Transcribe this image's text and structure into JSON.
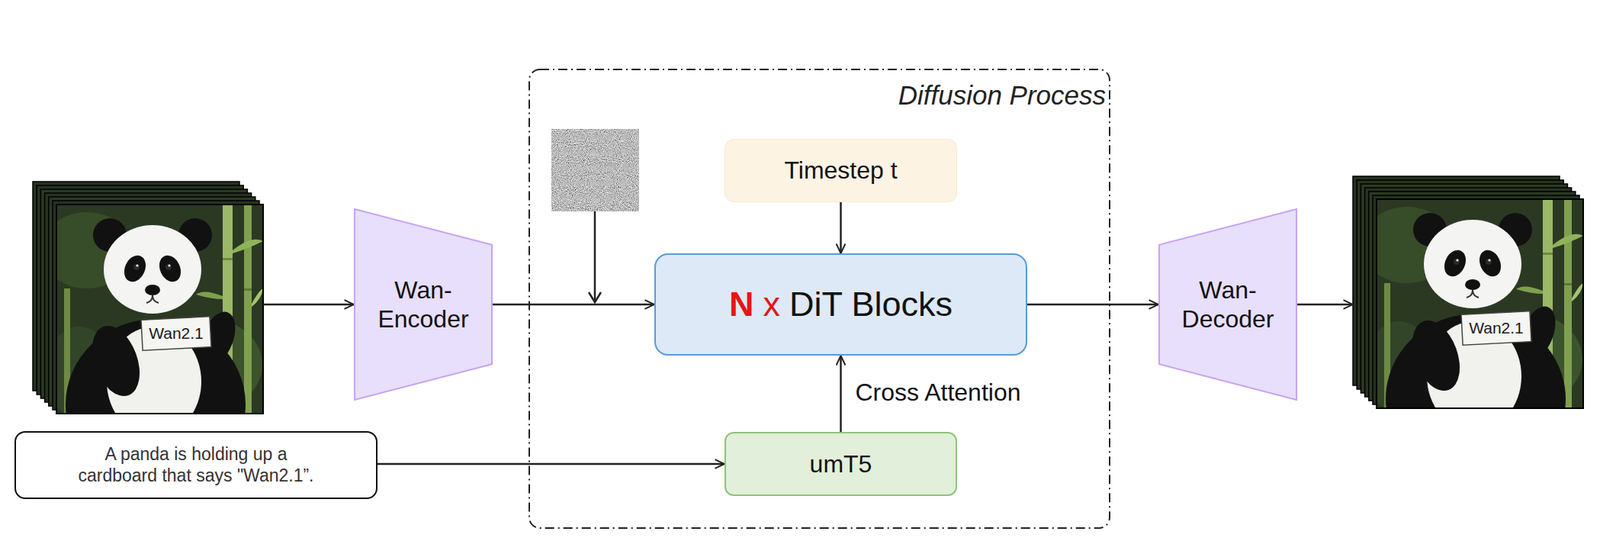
{
  "diagram": {
    "nodes": [
      {
        "text": [
          "Wan2.1"
        ]
      },
      {
        "text": [
          "Wan- Encoder"
        ]
      },
      {
        "text": [
          "Diffusion Process"
        ]
      },
      {
        "text": [
          "Timestep t"
        ],
        "in": 2
      },
      {
        "text": [
          "N",
          "x",
          "DiT Blocks"
        ],
        "in": 2
      },
      {
        "text": [
          "umT5"
        ],
        "in": 2
      },
      {
        "text": [
          "Wan- Decoder"
        ]
      },
      {
        "text": [
          "Wan2.1"
        ]
      },
      {
        "text": [
          "A panda is holding up a cardboard that says \"Wan2.1”."
        ]
      }
    ],
    "edges": [
      {
        "from": 0,
        "to": 1,
        "arrow": "to"
      },
      {
        "from": 1,
        "to": 4,
        "arrow": "to"
      },
      {
        "from": 3,
        "to": 4,
        "arrow": "to"
      },
      {
        "from": 8,
        "to": 5,
        "arrow": "to"
      },
      {
        "from": 5,
        "to": 4,
        "arrow": "to",
        "label": "Cross Attention"
      },
      {
        "from": 4,
        "to": 6,
        "arrow": "to"
      },
      {
        "from": 6,
        "to": 7,
        "arrow": "to"
      }
    ]
  }
}
